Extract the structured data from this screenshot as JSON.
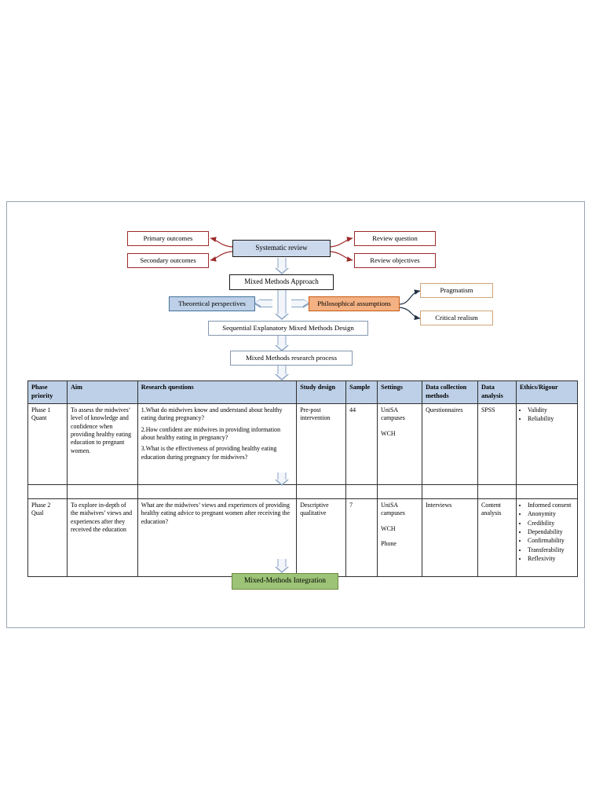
{
  "diagram": {
    "nodes": {
      "primary_outcomes": "Primary outcomes",
      "secondary_outcomes": "Secondary outcomes",
      "systematic_review": "Systematic review",
      "review_question": "Review question",
      "review_objectives": "Review objectives",
      "mixed_methods_approach": "Mixed Methods Approach",
      "theoretical_perspectives": "Theoretical perspectives",
      "philosophical_assumptions": "Philosophical assumptions",
      "pragmatism": "Pragmatism",
      "critical_realism": "Critical realism",
      "sequential_design": "Sequential Explanatory Mixed Methods Design",
      "research_process": "Mixed Methods research process",
      "integration": "Mixed-Methods Integration"
    },
    "colors": {
      "red_border": "#9e2b2b",
      "blue_fill": "#bdd0e7",
      "orange_fill": "#f4b183",
      "tan_border": "#d2a679",
      "green_fill": "#9cc376",
      "arrow_stroke": "#8ba3c4",
      "frame_border": "#9aa4b0"
    }
  },
  "table": {
    "headers": [
      "Phase priority",
      "Aim",
      "Research questions",
      "Study design",
      "Sample",
      "Settings",
      "Data collection methods",
      "Data analysis",
      "Ethics/Rigour"
    ],
    "rows": [
      {
        "phase": "Phase 1",
        "phase_sub": "Quant",
        "aim": "To assess the midwives’ level of knowledge and confidence when providing healthy eating education to pregnant women.",
        "questions": [
          "1.What do midwives know and understand about healthy eating during pregnancy?",
          "2.How confident are midwives in providing information about healthy eating in pregnancy?",
          "3.What is the effectiveness of providing healthy eating education during pregnancy for midwives?"
        ],
        "study_design": "Pre-post intervention",
        "sample": "44",
        "settings": [
          "UniSA campuses",
          "WCH"
        ],
        "data_collection": "Questionnaires",
        "data_analysis": "SPSS",
        "ethics": [
          "Validity",
          "Reliability"
        ]
      },
      {
        "phase": "Phase 2",
        "phase_sub": "Qual",
        "aim": "To explore in-depth of the midwives’ views and experiences after they received the education",
        "questions": [
          "What are the midwives’ views and experiences of providing healthy eating advice to pregnant women after receiving the education?"
        ],
        "study_design": "Descriptive qualitative",
        "sample": "7",
        "settings": [
          "UniSA campuses",
          "WCH",
          "Phone"
        ],
        "data_collection": "Interviews",
        "data_analysis": "Content analysis",
        "ethics": [
          "Informed consent",
          "Anonymity",
          "Credibility",
          "Dependability",
          "Confirmability",
          "Transferability",
          "Reflexivity"
        ]
      }
    ]
  }
}
